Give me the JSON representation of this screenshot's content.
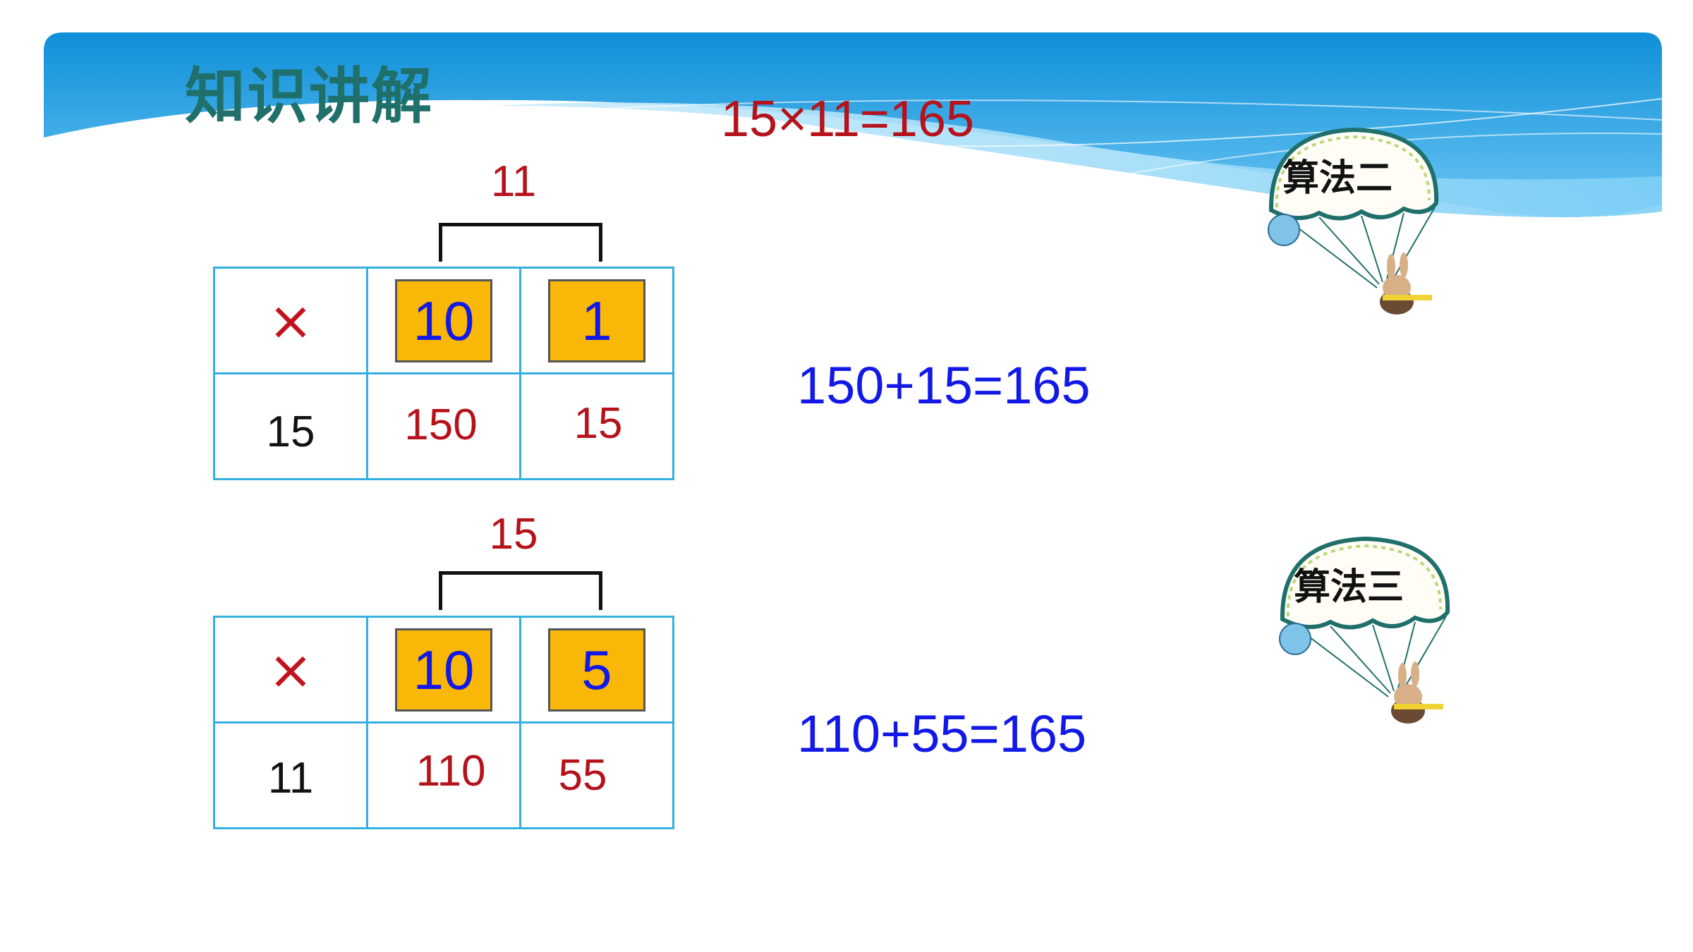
{
  "header": {
    "title": "知识讲解"
  },
  "main_equation": "15×11=165",
  "method2": {
    "badge": "算法二",
    "top_label": "11",
    "operator": "×",
    "factor_a": "15",
    "parts": [
      "10",
      "1"
    ],
    "products": [
      "150",
      "15"
    ],
    "sum": "150+15=165"
  },
  "method3": {
    "badge": "算法三",
    "top_label": "15",
    "operator": "×",
    "factor_a": "11",
    "parts": [
      "10",
      "5"
    ],
    "products": [
      "110",
      "55"
    ],
    "sum": "110+55=165"
  },
  "colors": {
    "banner_blue": "#1e9be0",
    "accent_red": "#b5121b",
    "accent_blue": "#1219e6",
    "box_fill": "#f9b708",
    "grid_line": "#33b0e0",
    "title_green": "#1f6f6a"
  }
}
